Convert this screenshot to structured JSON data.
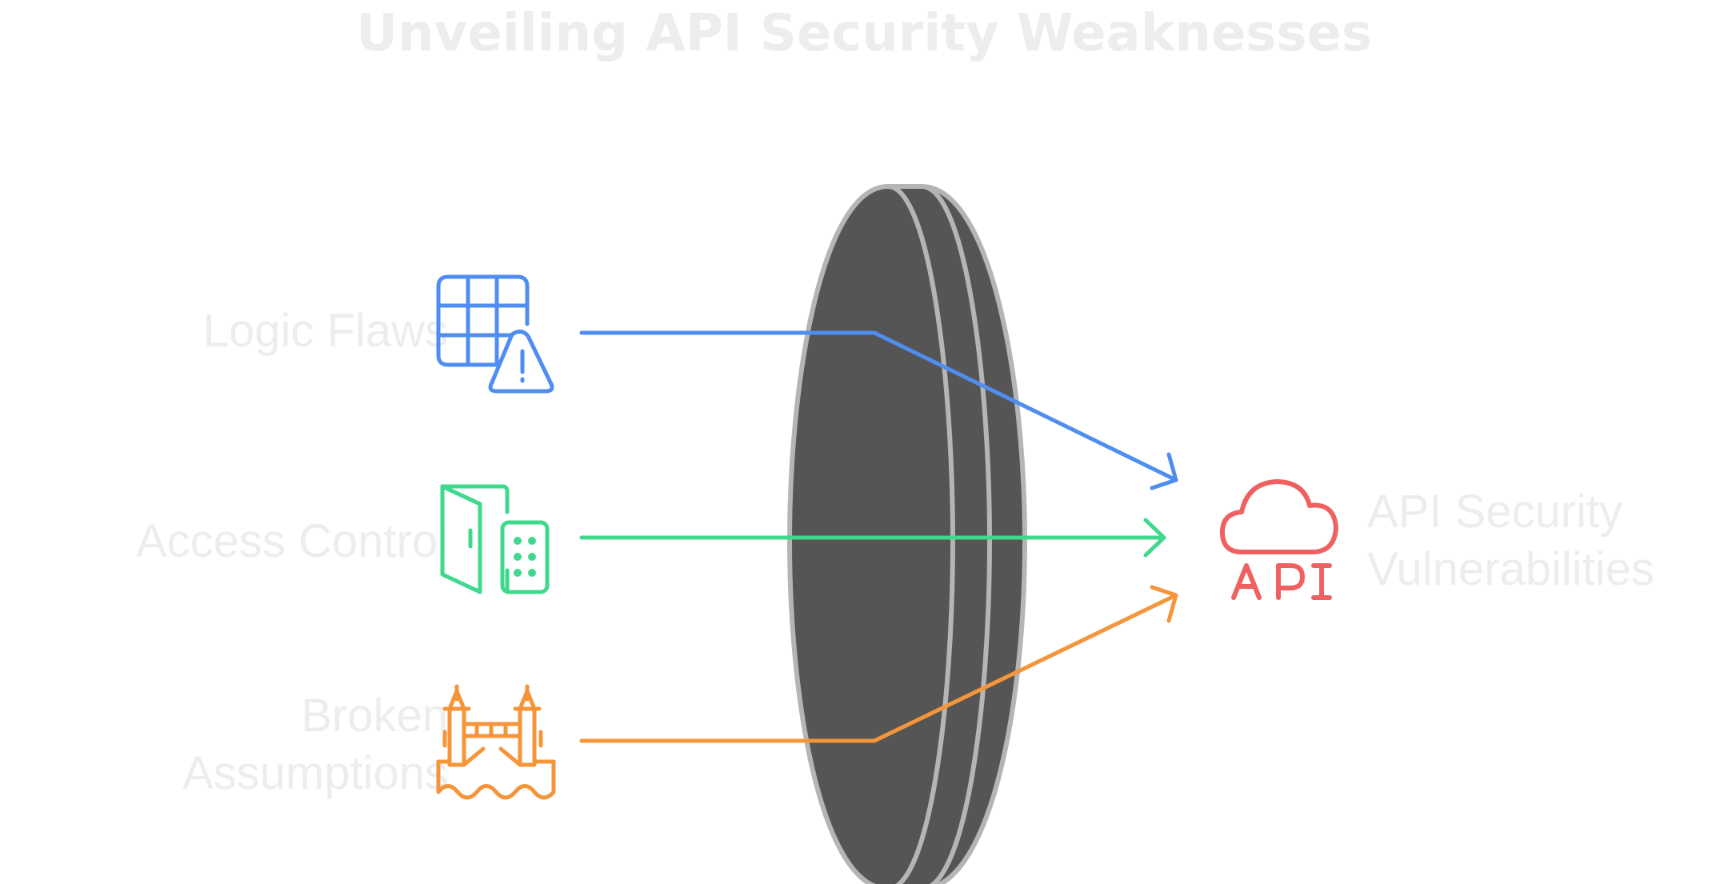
{
  "title": "Unveiling API Security Weaknesses",
  "sources": [
    {
      "label": "Logic Flaws",
      "icon": "spreadsheet-warning-icon",
      "color": "#4f8ef0"
    },
    {
      "label": "Access Control",
      "icon": "door-keypad-icon",
      "color": "#3fd88c"
    },
    {
      "label_lines": [
        "Broken",
        "Assumptions"
      ],
      "icon": "broken-bridge-icon",
      "color": "#f5953a"
    }
  ],
  "target": {
    "label_lines": [
      "API Security",
      "Vulnerabilities"
    ],
    "icon": "cloud-api-icon",
    "icon_text": "API",
    "color": "#f06060"
  },
  "colors": {
    "text": "#ededed",
    "lens_fill": "#555555",
    "lens_stroke": "#b5b5b5"
  }
}
